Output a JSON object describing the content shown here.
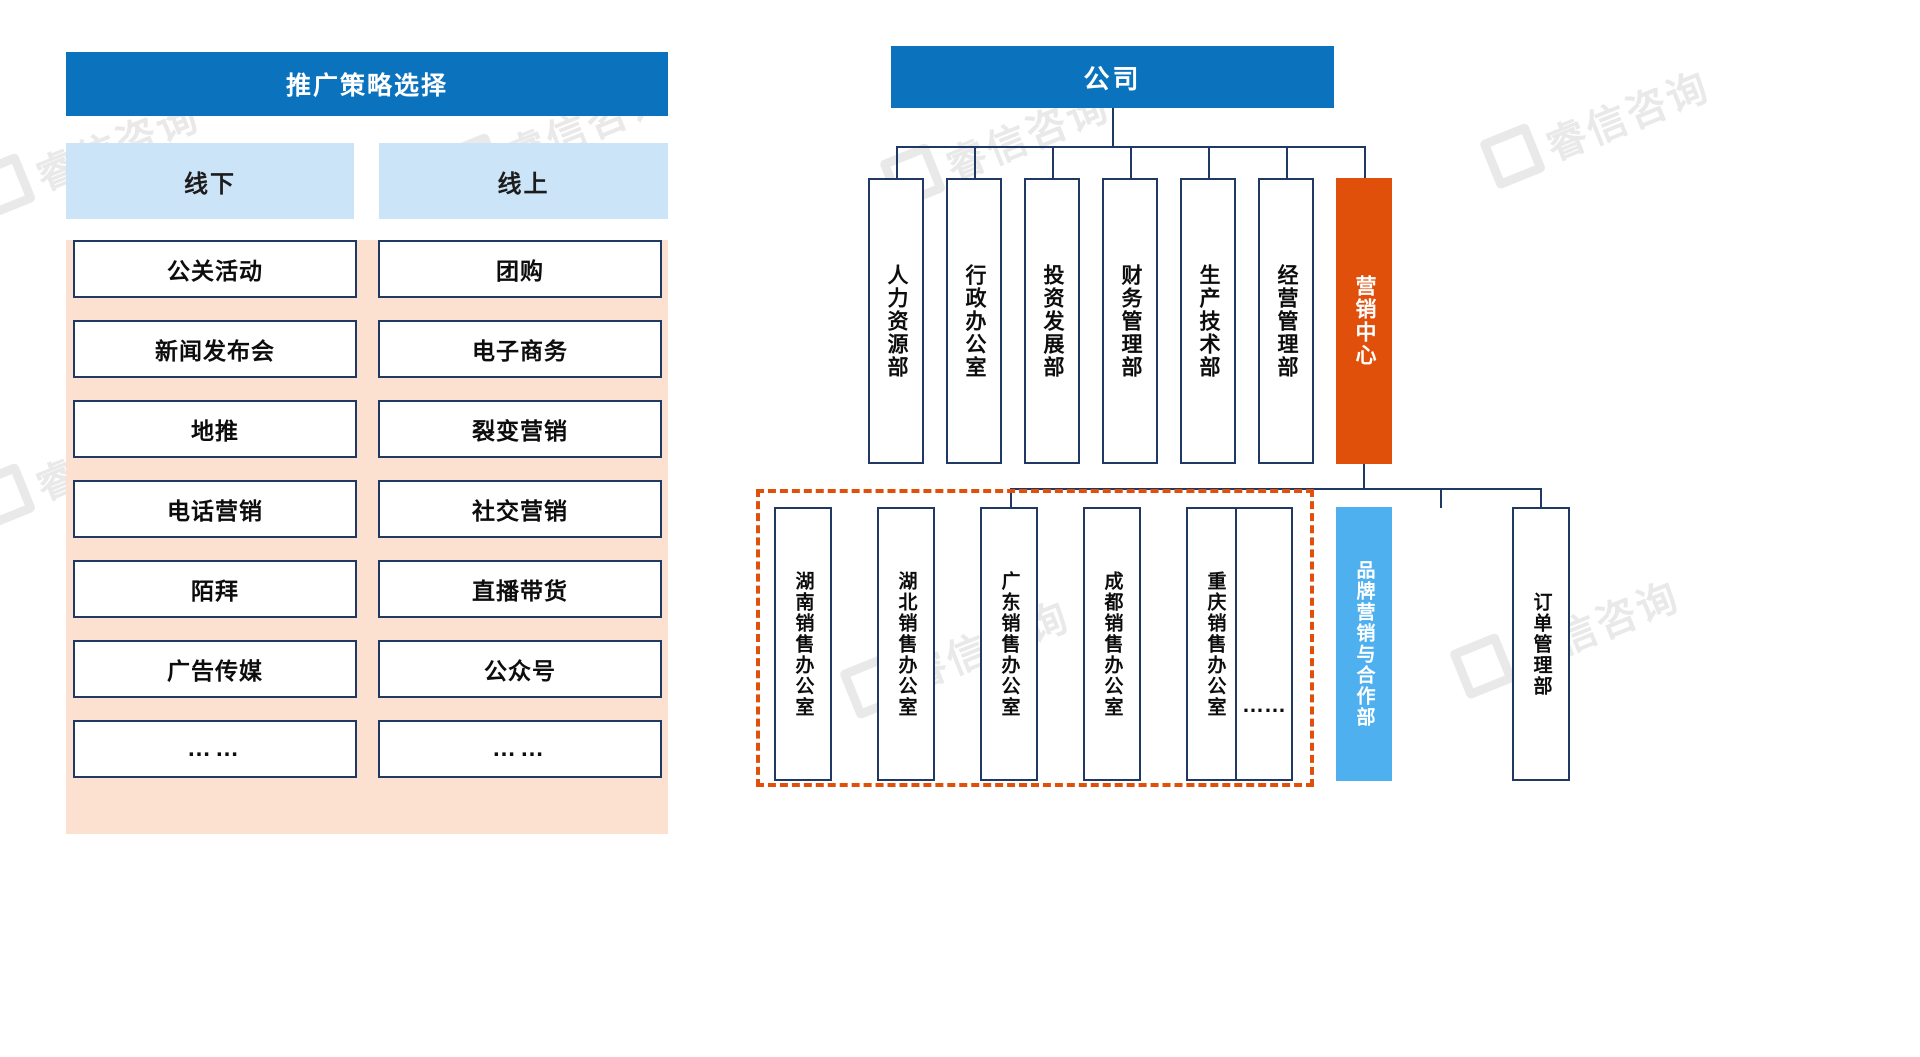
{
  "watermark": {
    "text": "睿信咨询"
  },
  "colors": {
    "header_blue": "#0b72bd",
    "subhead_blue": "#cce4f7",
    "body_peach": "#fce0d0",
    "box_border": "#1f3864",
    "highlight_orange": "#e1500a",
    "highlight_light_blue": "#4fb0f0"
  },
  "left_panel": {
    "title": "推广策略选择",
    "columns": [
      {
        "heading": "线下",
        "items": [
          "公关活动",
          "新闻发布会",
          "地推",
          "电话营销",
          "陌拜",
          "广告传媒",
          "……"
        ]
      },
      {
        "heading": "线上",
        "items": [
          "团购",
          "电子商务",
          "裂变营销",
          "社交营销",
          "直播带货",
          "公众号",
          "……"
        ]
      }
    ]
  },
  "org_chart": {
    "root": "公司",
    "departments": [
      {
        "label": "人力资源部",
        "style": "white"
      },
      {
        "label": "行政办公室",
        "style": "white"
      },
      {
        "label": "投资发展部",
        "style": "white"
      },
      {
        "label": "财务管理部",
        "style": "white"
      },
      {
        "label": "生产技术部",
        "style": "white"
      },
      {
        "label": "经营管理部",
        "style": "white"
      },
      {
        "label": "营销中心",
        "style": "orange"
      }
    ],
    "marketing_children": [
      {
        "label": "湖南销售办公室",
        "style": "white",
        "grouped": true
      },
      {
        "label": "湖北销售办公室",
        "style": "white",
        "grouped": true
      },
      {
        "label": "广东销售办公室",
        "style": "white",
        "grouped": true
      },
      {
        "label": "成都销售办公室",
        "style": "white",
        "grouped": true
      },
      {
        "label": "重庆销售办公室",
        "style": "white",
        "grouped": true
      },
      {
        "label": "……",
        "style": "white",
        "grouped": true
      },
      {
        "label": "品牌营销与合作部",
        "style": "lblue",
        "grouped": false
      },
      {
        "label": "订单管理部",
        "style": "white",
        "grouped": false
      }
    ]
  }
}
